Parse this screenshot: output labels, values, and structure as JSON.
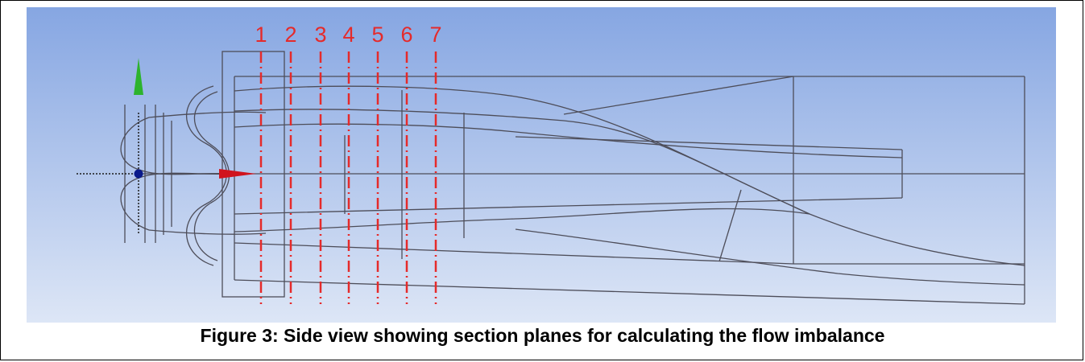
{
  "figure": {
    "caption": "Figure 3: Side view showing section planes for calculating the flow imbalance",
    "section_labels": [
      "1",
      "2",
      "3",
      "4",
      "5",
      "6",
      "7"
    ],
    "colors": {
      "background_top": "#86a6e2",
      "background_bottom": "#dde6f6",
      "geometry_lines": "#4d4d59",
      "section_planes": "#e52a2a",
      "axis_x": "#d0141e",
      "axis_y": "#2db32d",
      "origin": "#0a1a8c"
    },
    "icons": [
      "coordinate-triad-icon"
    ]
  }
}
